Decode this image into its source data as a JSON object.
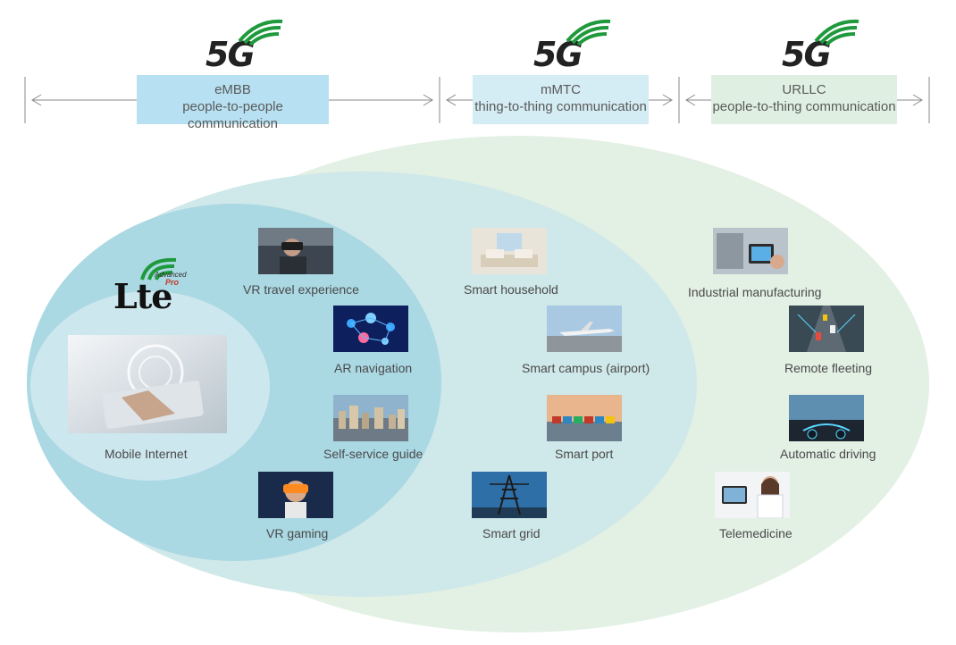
{
  "colors": {
    "outer_ellipse": "#e3f0e4",
    "middle_ellipse": "#cfe8e9",
    "inner_ellipse": "#aad8e3",
    "core_ellipse": "#cde7ef",
    "embb_box": "#b7e1f2",
    "mmtc_box": "#d4ecf3",
    "urllc_box": "#dff0e2",
    "logo_green": "#1e9a3c"
  },
  "logos": [
    {
      "text": "5G",
      "icon": "5g-signal-arcs-icon"
    },
    {
      "text": "5G",
      "icon": "5g-signal-arcs-icon"
    },
    {
      "text": "5G",
      "icon": "5g-signal-arcs-icon"
    }
  ],
  "scenarios": [
    {
      "name": "eMBB",
      "description": "people-to-people communication"
    },
    {
      "name": "mMTC",
      "description": "thing-to-thing communication"
    },
    {
      "name": "URLLC",
      "description": "people-to-thing communication"
    }
  ],
  "lte_logo": {
    "text": "Lte",
    "advanced": "Advanced",
    "pro": "Pro",
    "icon": "lte-signal-arcs-icon"
  },
  "core_app": {
    "label": "Mobile Internet",
    "icon": "tablet-touch-image"
  },
  "embb_apps": [
    {
      "label": "VR travel experience",
      "icon": "vr-headset-image"
    },
    {
      "label": "AR navigation",
      "icon": "network-nodes-image"
    },
    {
      "label": "Self-service guide",
      "icon": "city-aerial-image"
    },
    {
      "label": "VR gaming",
      "icon": "vr-gaming-image"
    }
  ],
  "mmtc_apps": [
    {
      "label": "Smart household",
      "icon": "living-room-image"
    },
    {
      "label": "Smart campus (airport)",
      "icon": "airplane-image"
    },
    {
      "label": "Smart port",
      "icon": "container-port-image"
    },
    {
      "label": "Smart grid",
      "icon": "power-tower-image"
    }
  ],
  "urllc_apps": [
    {
      "label": "Industrial manufacturing",
      "icon": "factory-tablet-image"
    },
    {
      "label": "Remote fleeting",
      "icon": "highway-traffic-image"
    },
    {
      "label": "Automatic driving",
      "icon": "car-dashboard-image"
    },
    {
      "label": "Telemedicine",
      "icon": "doctor-tablet-image"
    }
  ]
}
